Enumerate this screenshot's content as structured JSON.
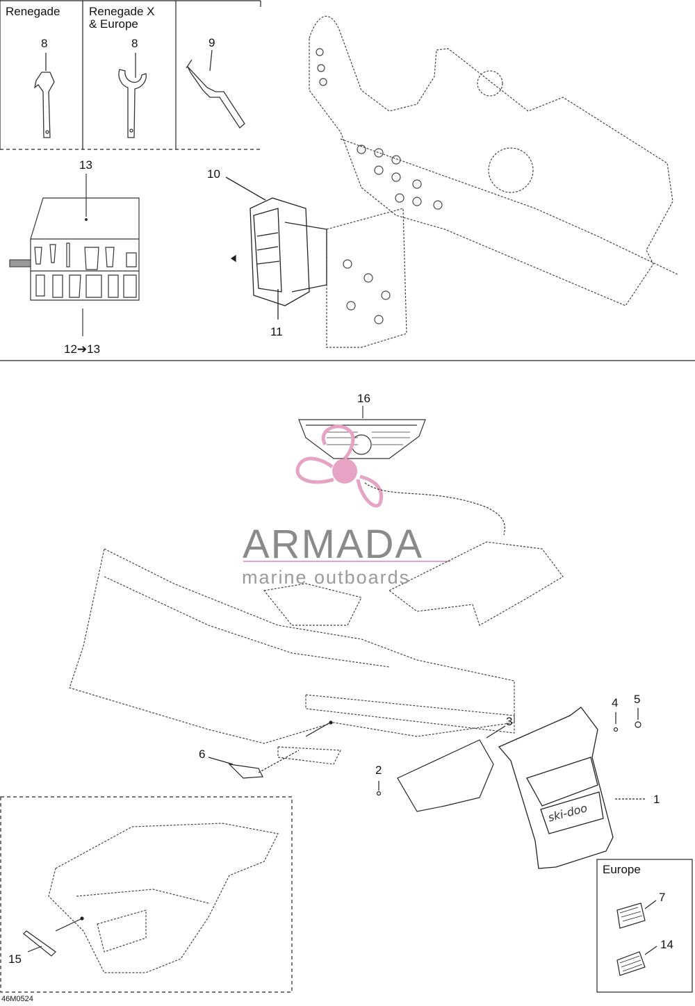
{
  "boxes": {
    "renegade": "Renegade",
    "renegade_x_line1": "Renegade X",
    "renegade_x_line2": "& Europe",
    "europe": "Europe"
  },
  "callouts": {
    "c1": "1",
    "c2": "2",
    "c3": "3",
    "c4": "4",
    "c5": "5",
    "c6": "6",
    "c7": "7",
    "c8a": "8",
    "c8b": "8",
    "c9": "9",
    "c10": "10",
    "c11": "11",
    "c12_13": "12➔13",
    "c13": "13",
    "c14": "14",
    "c15": "15",
    "c16": "16"
  },
  "watermark": {
    "brand": "ARMADA",
    "tagline": "marine outboards",
    "brand_color": "#8a8a8a",
    "accent_color": "#e7a3c4"
  },
  "figure_code": "46M0524"
}
